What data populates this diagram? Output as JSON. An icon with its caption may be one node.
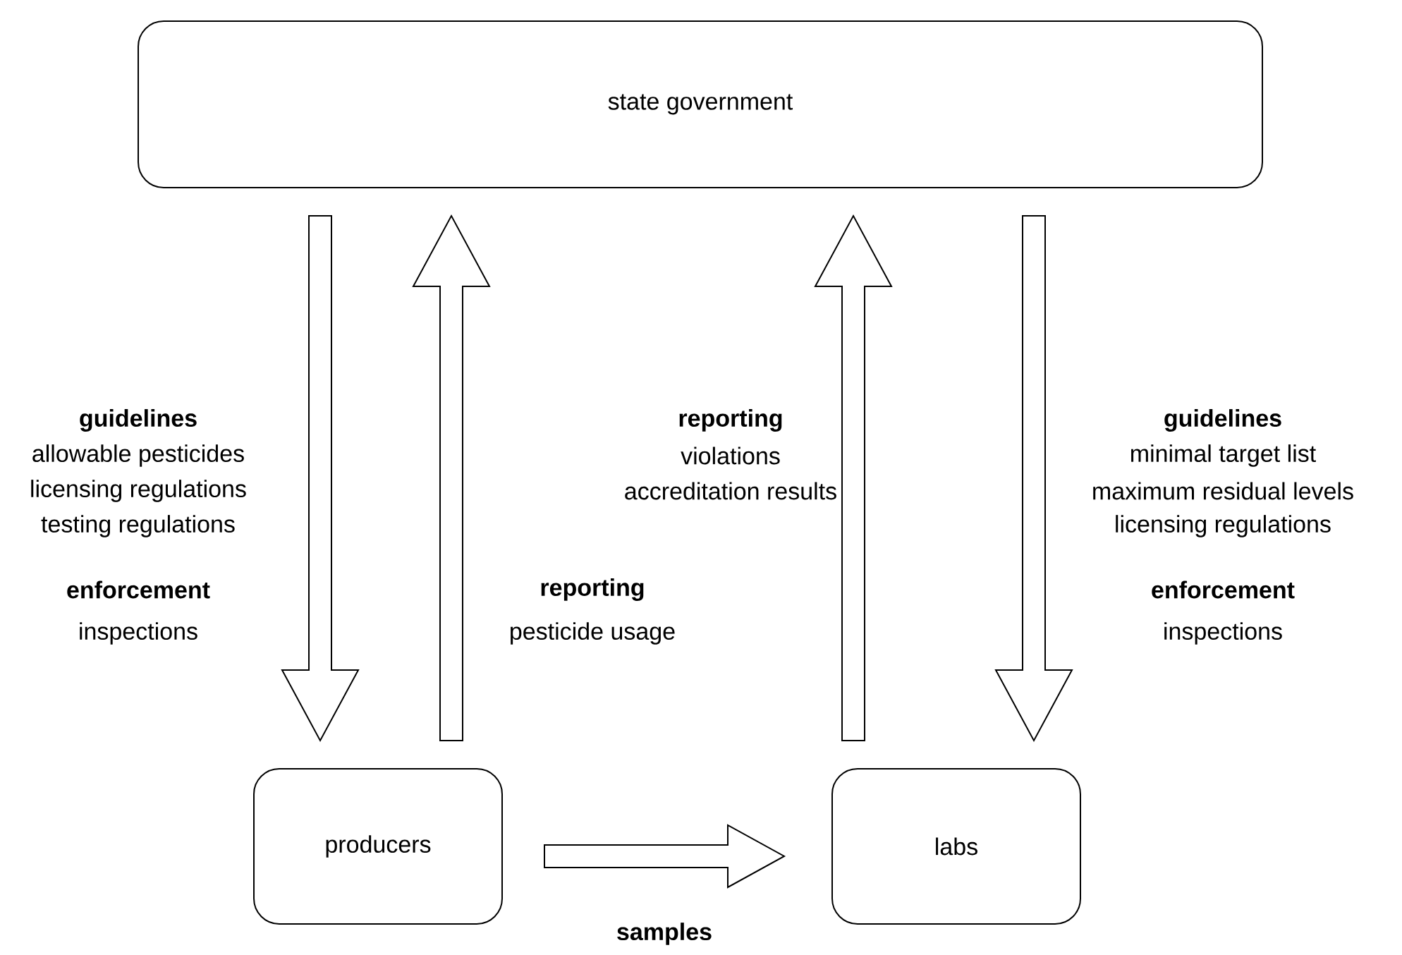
{
  "diagram": {
    "nodes": [
      {
        "text": [
          "state government"
        ]
      },
      {
        "text": [
          "producers"
        ]
      },
      {
        "text": [
          "labs"
        ]
      }
    ],
    "edges": [
      {
        "from": 0,
        "to": 1,
        "arrow": "to"
      },
      {
        "from": 1,
        "to": 0,
        "arrow": "to"
      },
      {
        "from": 2,
        "to": 0,
        "arrow": "to"
      },
      {
        "from": 0,
        "to": 2,
        "arrow": "to"
      },
      {
        "from": 1,
        "to": 2,
        "arrow": "to",
        "label": "samples"
      }
    ],
    "labels": [
      "guidelines",
      "allowable pesticides",
      "licensing regulations",
      "testing regulations",
      "enforcement",
      "inspections",
      "reporting",
      "pesticide usage",
      "reporting",
      "violations",
      "accreditation results",
      "guidelines",
      "minimal target list",
      "maximum residual levels",
      "licensing regulations",
      "enforcement",
      "inspections"
    ]
  }
}
